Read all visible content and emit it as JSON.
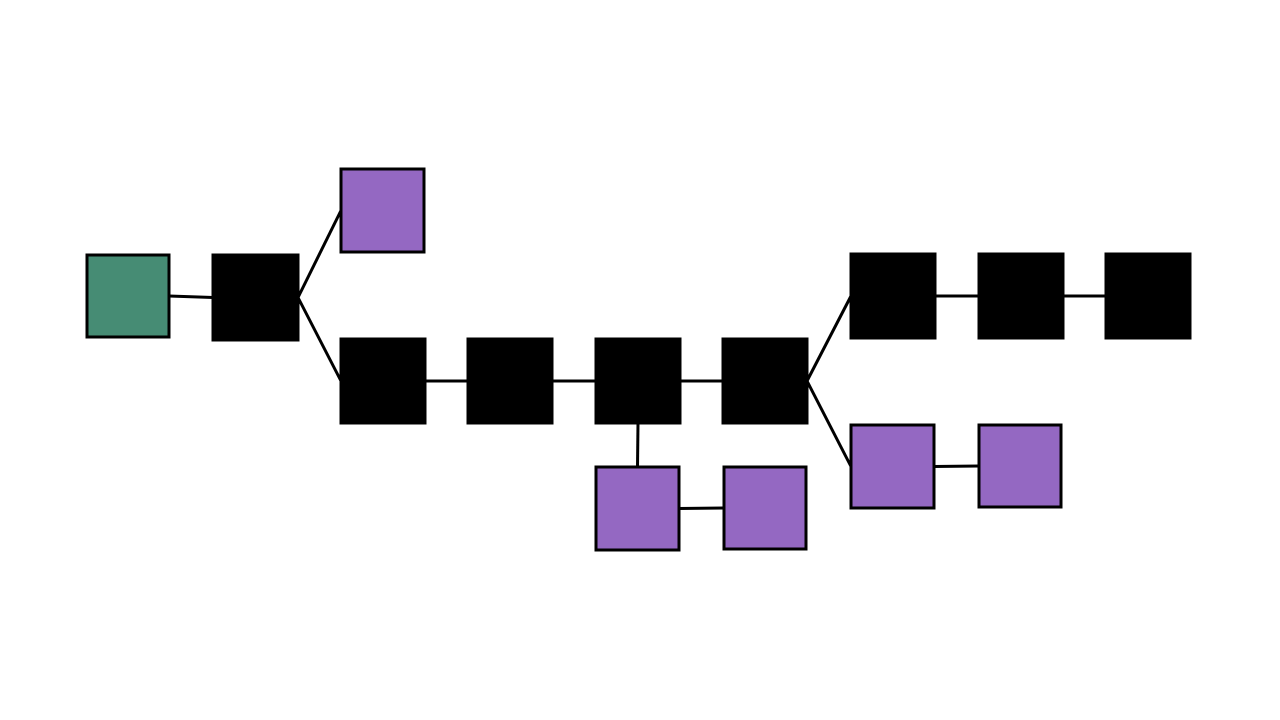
{
  "colors": {
    "background": "#ffffff",
    "genesis": "#468c74",
    "main_chain": "#000000",
    "orphan": "#9468c2",
    "edge": "#000000"
  },
  "blocks": [
    {
      "id": "genesis-block",
      "kind": "genesis"
    },
    {
      "id": "main-block-1",
      "kind": "main_chain"
    },
    {
      "id": "orphan-block-1",
      "kind": "orphan"
    },
    {
      "id": "main-block-2",
      "kind": "main_chain"
    },
    {
      "id": "main-block-3",
      "kind": "main_chain"
    },
    {
      "id": "main-block-4",
      "kind": "main_chain"
    },
    {
      "id": "main-block-5",
      "kind": "main_chain"
    },
    {
      "id": "main-block-6",
      "kind": "main_chain"
    },
    {
      "id": "main-block-7",
      "kind": "main_chain"
    },
    {
      "id": "main-block-8",
      "kind": "main_chain"
    },
    {
      "id": "orphan-block-2",
      "kind": "orphan"
    },
    {
      "id": "orphan-block-3",
      "kind": "orphan"
    },
    {
      "id": "orphan-block-4",
      "kind": "orphan"
    },
    {
      "id": "orphan-block-5",
      "kind": "orphan"
    }
  ],
  "links": [
    [
      "genesis-block",
      "main-block-1"
    ],
    [
      "main-block-1",
      "orphan-block-1"
    ],
    [
      "main-block-1",
      "main-block-2"
    ],
    [
      "main-block-2",
      "main-block-3"
    ],
    [
      "main-block-3",
      "main-block-4"
    ],
    [
      "main-block-4",
      "main-block-5"
    ],
    [
      "main-block-4",
      "orphan-block-2"
    ],
    [
      "orphan-block-2",
      "orphan-block-3"
    ],
    [
      "main-block-5",
      "main-block-6"
    ],
    [
      "main-block-6",
      "main-block-7"
    ],
    [
      "main-block-7",
      "main-block-8"
    ],
    [
      "main-block-5",
      "orphan-block-4"
    ],
    [
      "orphan-block-4",
      "orphan-block-5"
    ]
  ]
}
